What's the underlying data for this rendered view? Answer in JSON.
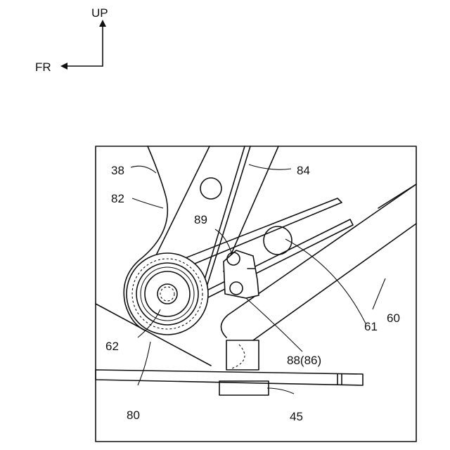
{
  "directions": {
    "up": "UP",
    "front": "FR"
  },
  "labels": {
    "l38": "38",
    "l82": "82",
    "l84": "84",
    "l89": "89",
    "l60": "60",
    "l61": "61",
    "l62": "62",
    "l88": "88(86)",
    "l80": "80",
    "l45": "45"
  }
}
